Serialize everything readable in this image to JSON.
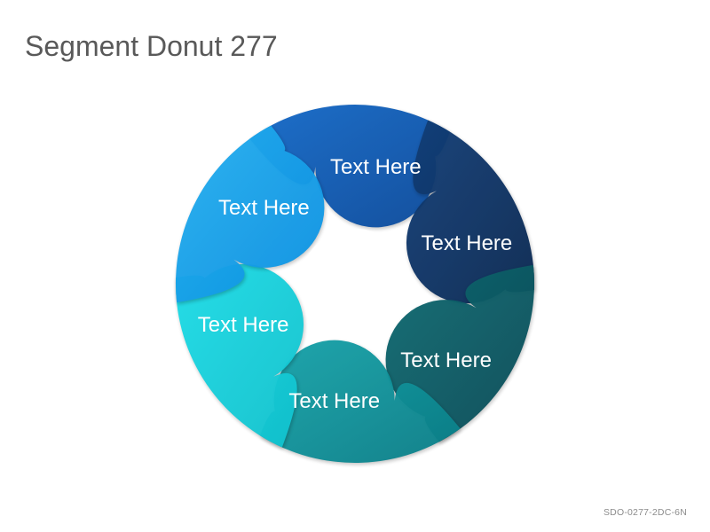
{
  "title": "Segment Donut 277",
  "code": "SDO-0277-2DC-6N",
  "segments": [
    {
      "label": "Text Here",
      "color_light": "#1469c8",
      "color_dark": "#0b4a9a"
    },
    {
      "label": "Text Here",
      "color_light": "#123f78",
      "color_dark": "#0a2750"
    },
    {
      "label": "Text Here",
      "color_light": "#0e6a72",
      "color_dark": "#0a4a55"
    },
    {
      "label": "Text Here",
      "color_light": "#16a3aa",
      "color_dark": "#0a7d86"
    },
    {
      "label": "Text Here",
      "color_light": "#1edce6",
      "color_dark": "#10c0cc"
    },
    {
      "label": "Text Here",
      "color_light": "#26b0f0",
      "color_dark": "#0a8fe0"
    }
  ]
}
